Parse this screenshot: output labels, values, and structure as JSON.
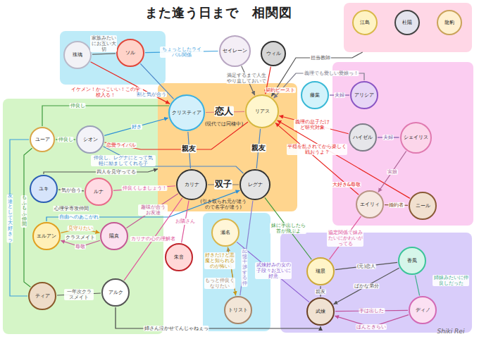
{
  "diagram": {
    "title": "また逢う日まで　相関図",
    "nodes": [
      {
        "text": []
      },
      {
        "text": []
      },
      {
        "text": []
      },
      {
        "text": []
      },
      {
        "text": [
          "(現代では同棲中)",
          "(引き取られ元が違うので名字が違う)"
        ]
      },
      {
        "text": []
      },
      {
        "text": []
      },
      {
        "text": [
          "珠璃"
        ],
        "in": 0
      },
      {
        "text": [
          "ソル"
        ],
        "in": 0
      },
      {
        "text": [
          "セイレーン"
        ]
      },
      {
        "text": [
          "ウィル"
        ]
      },
      {
        "text": [
          "江島"
        ],
        "in": 1
      },
      {
        "text": [
          "杜陽"
        ],
        "in": 1
      },
      {
        "text": [
          "龍豹"
        ],
        "in": 1
      },
      {
        "text": [
          "藤葉"
        ],
        "in": 2
      },
      {
        "text": [
          "アリシア"
        ],
        "in": 2
      },
      {
        "text": [
          "ハイゼル"
        ],
        "in": 2
      },
      {
        "text": [
          "シェイリス"
        ],
        "in": 2
      },
      {
        "text": [
          "エイリィ"
        ],
        "in": 2
      },
      {
        "text": [
          "ニール"
        ],
        "in": 2
      },
      {
        "text": [
          "クリスティア"
        ],
        "in": 4
      },
      {
        "text": [
          "リアス"
        ],
        "in": 4
      },
      {
        "text": [
          "カリナ"
        ],
        "in": 4
      },
      {
        "text": [
          "レグナ"
        ],
        "in": 4
      },
      {
        "text": [
          "ユーア"
        ],
        "in": 3
      },
      {
        "text": [
          "シオン"
        ],
        "in": 3
      },
      {
        "text": [
          "ユキ"
        ],
        "in": 3
      },
      {
        "text": [
          "ルナ"
        ],
        "in": 3
      },
      {
        "text": [
          "エルアン"
        ],
        "in": 3
      },
      {
        "text": [
          "陽真"
        ],
        "in": 3
      },
      {
        "text": [
          "ティア"
        ],
        "in": 3
      },
      {
        "text": [
          "アルク"
        ],
        "in": 3
      },
      {
        "text": [
          "朱音"
        ]
      },
      {
        "text": [
          "瀬名"
        ],
        "in": 5
      },
      {
        "text": [
          "トリスト"
        ],
        "in": 5
      },
      {
        "text": [
          "瑞晨"
        ],
        "in": 6
      },
      {
        "text": [
          "武煉"
        ],
        "in": 6
      },
      {
        "text": [
          "香風"
        ],
        "in": 6
      },
      {
        "text": [
          "ディノ"
        ],
        "in": 6
      }
    ],
    "edges": [
      {
        "from": 7,
        "to": 8,
        "arrow": "none",
        "label": "家族みたいにお互い大切"
      },
      {
        "from": 8,
        "to": 9,
        "arrow": "none",
        "label": "ちょっとしたライバル関係"
      },
      {
        "from": 7,
        "to": 20,
        "arrow": "to",
        "label": "イケメン！かっこいい！この学校入る！"
      },
      {
        "from": 8,
        "to": 20,
        "arrow": "none",
        "label": "割と気が合う"
      },
      {
        "from": 9,
        "to": 21,
        "arrow": "to",
        "label": "満足するまで人生やり直しておいで"
      },
      {
        "from": 10,
        "to": 21,
        "arrow": "to",
        "label": "契約ビースト"
      },
      {
        "from": 1,
        "to": 21,
        "arrow": "to",
        "label": "担当教師"
      },
      {
        "from": 15,
        "to": 21,
        "arrow": "to",
        "label": "義理でも愛しい愛娘っ！"
      },
      {
        "from": 16,
        "to": 21,
        "arrow": "to",
        "label": "義理の息子だけど研究対象"
      },
      {
        "from": 18,
        "to": 21,
        "arrow": "to",
        "label": "大好き&尊敬"
      },
      {
        "from": 19,
        "to": 21,
        "arrow": "to",
        "label": "平穏を乱されてから楽しく戦おうよ？"
      },
      {
        "from": 14,
        "to": 15,
        "arrow": "none",
        "label": "夫婦"
      },
      {
        "from": 16,
        "to": 17,
        "arrow": "none",
        "label": "夫婦"
      },
      {
        "from": 17,
        "to": 18,
        "arrow": "to",
        "label": "実娘"
      },
      {
        "from": 18,
        "to": 19,
        "arrow": "none",
        "label": "婚約者"
      },
      {
        "from": 24,
        "to": 20,
        "arrow": "none",
        "label": "仲良し"
      },
      {
        "from": 24,
        "to": 25,
        "arrow": "none",
        "label": "仲良し"
      },
      {
        "from": 25,
        "to": 20,
        "arrow": "to",
        "label": "好き"
      },
      {
        "from": 25,
        "to": 21,
        "arrow": "none",
        "label": "恋愛ライバル"
      },
      {
        "from": 25,
        "to": 23,
        "arrow": "none",
        "label": "仲良し、レグナにとって気軽に励ましてくれる子"
      },
      {
        "from": 26,
        "to": 4,
        "arrow": "to",
        "label": "四人を見守ってる"
      },
      {
        "from": 26,
        "to": 27,
        "arrow": "none",
        "label": "気が合う"
      },
      {
        "from": 27,
        "to": 22,
        "arrow": "none",
        "label": "仲良くしましょう！"
      },
      {
        "from": 28,
        "to": 23,
        "arrow": "to",
        "label": "自由へのあこがれ"
      },
      {
        "from": 28,
        "to": 29,
        "arrow": "to",
        "label": "見守りたい"
      },
      {
        "from": 29,
        "to": 28,
        "arrow": "to",
        "label": "尊敬"
      },
      {
        "from": 29,
        "to": 22,
        "arrow": "none",
        "label": "趣味が合うお友達"
      },
      {
        "from": 32,
        "to": 22,
        "arrow": "none",
        "label": "お隣さん"
      },
      {
        "from": 31,
        "to": 22,
        "arrow": "none",
        "label": "カリナの心の理解者"
      },
      {
        "from": 24,
        "to": 30,
        "arrow": "none",
        "label": "もふもふ仲間"
      },
      {
        "from": 30,
        "to": 24,
        "arrow": "none",
        "label": "友達として大好きっ"
      },
      {
        "from": 30,
        "to": 31,
        "arrow": "none",
        "label": "一年次クラスメイト"
      },
      {
        "from": 31,
        "to": 36,
        "arrow": "to",
        "label": "姉さん泣かせてんじゃねぇっ"
      },
      {
        "from": 20,
        "to": 21,
        "arrow": "none",
        "label": "恋人"
      },
      {
        "from": 22,
        "to": 23,
        "arrow": "none",
        "label": "双子"
      },
      {
        "from": 20,
        "to": 22,
        "arrow": "none",
        "label": "親友"
      },
      {
        "from": 21,
        "to": 23,
        "arrow": "none",
        "label": "親友"
      },
      {
        "from": 23,
        "to": 34,
        "arrow": "none",
        "label": "記憶干渉する仲"
      },
      {
        "from": 34,
        "to": 33,
        "arrow": "to",
        "label": "もっと仲良くなりたい"
      },
      {
        "from": 33,
        "to": 34,
        "arrow": "to",
        "label": "好きだけど悪魔と知られるのが怖い"
      },
      {
        "from": 36,
        "to": 33,
        "arrow": "none",
        "label": "武煉好みの女の子段々お互いに好意"
      },
      {
        "from": 23,
        "to": 35,
        "arrow": "none",
        "label": "妹に手出したら首が飛ぶよ"
      },
      {
        "from": 35,
        "to": 18,
        "arrow": "none",
        "label": "協定関係で妹みたいにかわいがってる"
      },
      {
        "from": 35,
        "to": 36,
        "arrow": "none",
        "label": "親友"
      },
      {
        "from": 35,
        "to": 37,
        "arrow": "none",
        "label": "(元)恋人"
      },
      {
        "from": 37,
        "to": 38,
        "arrow": "none",
        "label": "姉妹みたいに仲良しだった"
      },
      {
        "from": 37,
        "to": 36,
        "arrow": "to",
        "label": "ばかな弟分"
      },
      {
        "from": 36,
        "to": 38,
        "arrow": "none",
        "label": "手は出した"
      },
      {
        "from": 38,
        "to": 36,
        "arrow": "to",
        "label": "ほんときらい"
      }
    ],
    "labels": [
      "心理学専攻仲間",
      "クラスメイト",
      "Shiki Rei"
    ]
  }
}
